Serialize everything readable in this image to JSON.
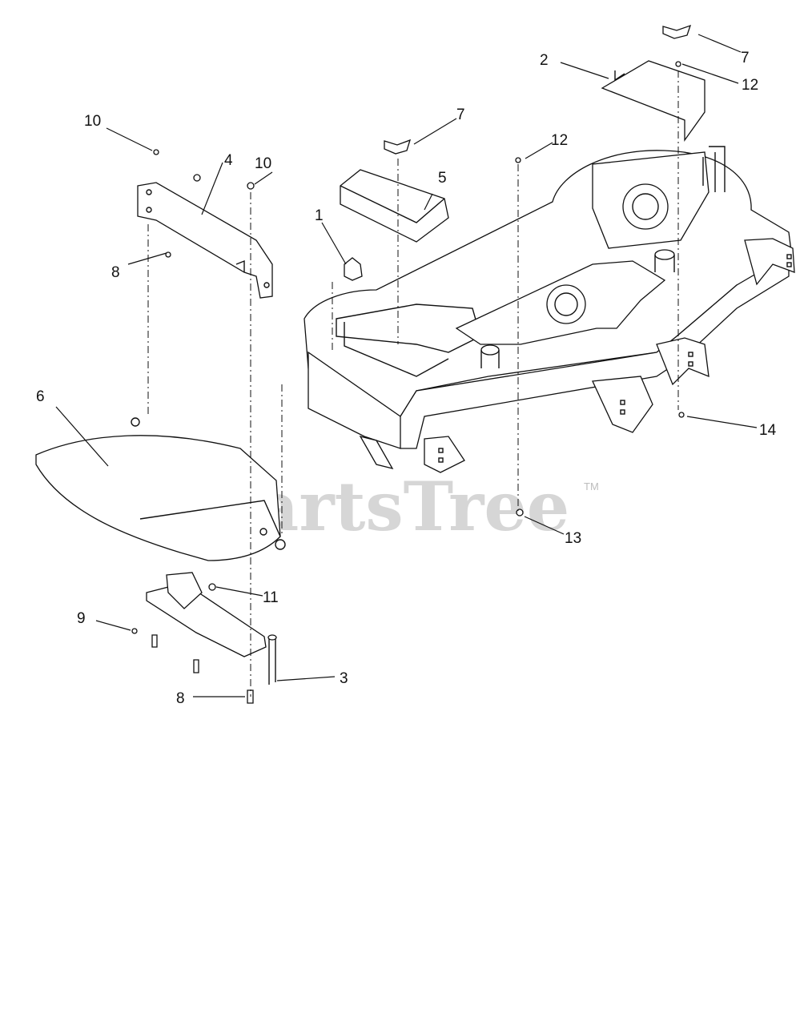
{
  "diagram": {
    "callouts": [
      {
        "id": "c1",
        "label": "1"
      },
      {
        "id": "c2",
        "label": "2"
      },
      {
        "id": "c3",
        "label": "3"
      },
      {
        "id": "c4",
        "label": "4"
      },
      {
        "id": "c5",
        "label": "5"
      },
      {
        "id": "c6",
        "label": "6"
      },
      {
        "id": "c7a",
        "label": "7"
      },
      {
        "id": "c7b",
        "label": "7"
      },
      {
        "id": "c8a",
        "label": "8"
      },
      {
        "id": "c8b",
        "label": "8"
      },
      {
        "id": "c9",
        "label": "9"
      },
      {
        "id": "c10a",
        "label": "10"
      },
      {
        "id": "c10b",
        "label": "10"
      },
      {
        "id": "c11",
        "label": "11"
      },
      {
        "id": "c12a",
        "label": "12"
      },
      {
        "id": "c12b",
        "label": "12"
      },
      {
        "id": "c13",
        "label": "13"
      },
      {
        "id": "c14",
        "label": "14"
      }
    ]
  },
  "watermark": {
    "text": "PartsTree",
    "trademark": "TM"
  }
}
